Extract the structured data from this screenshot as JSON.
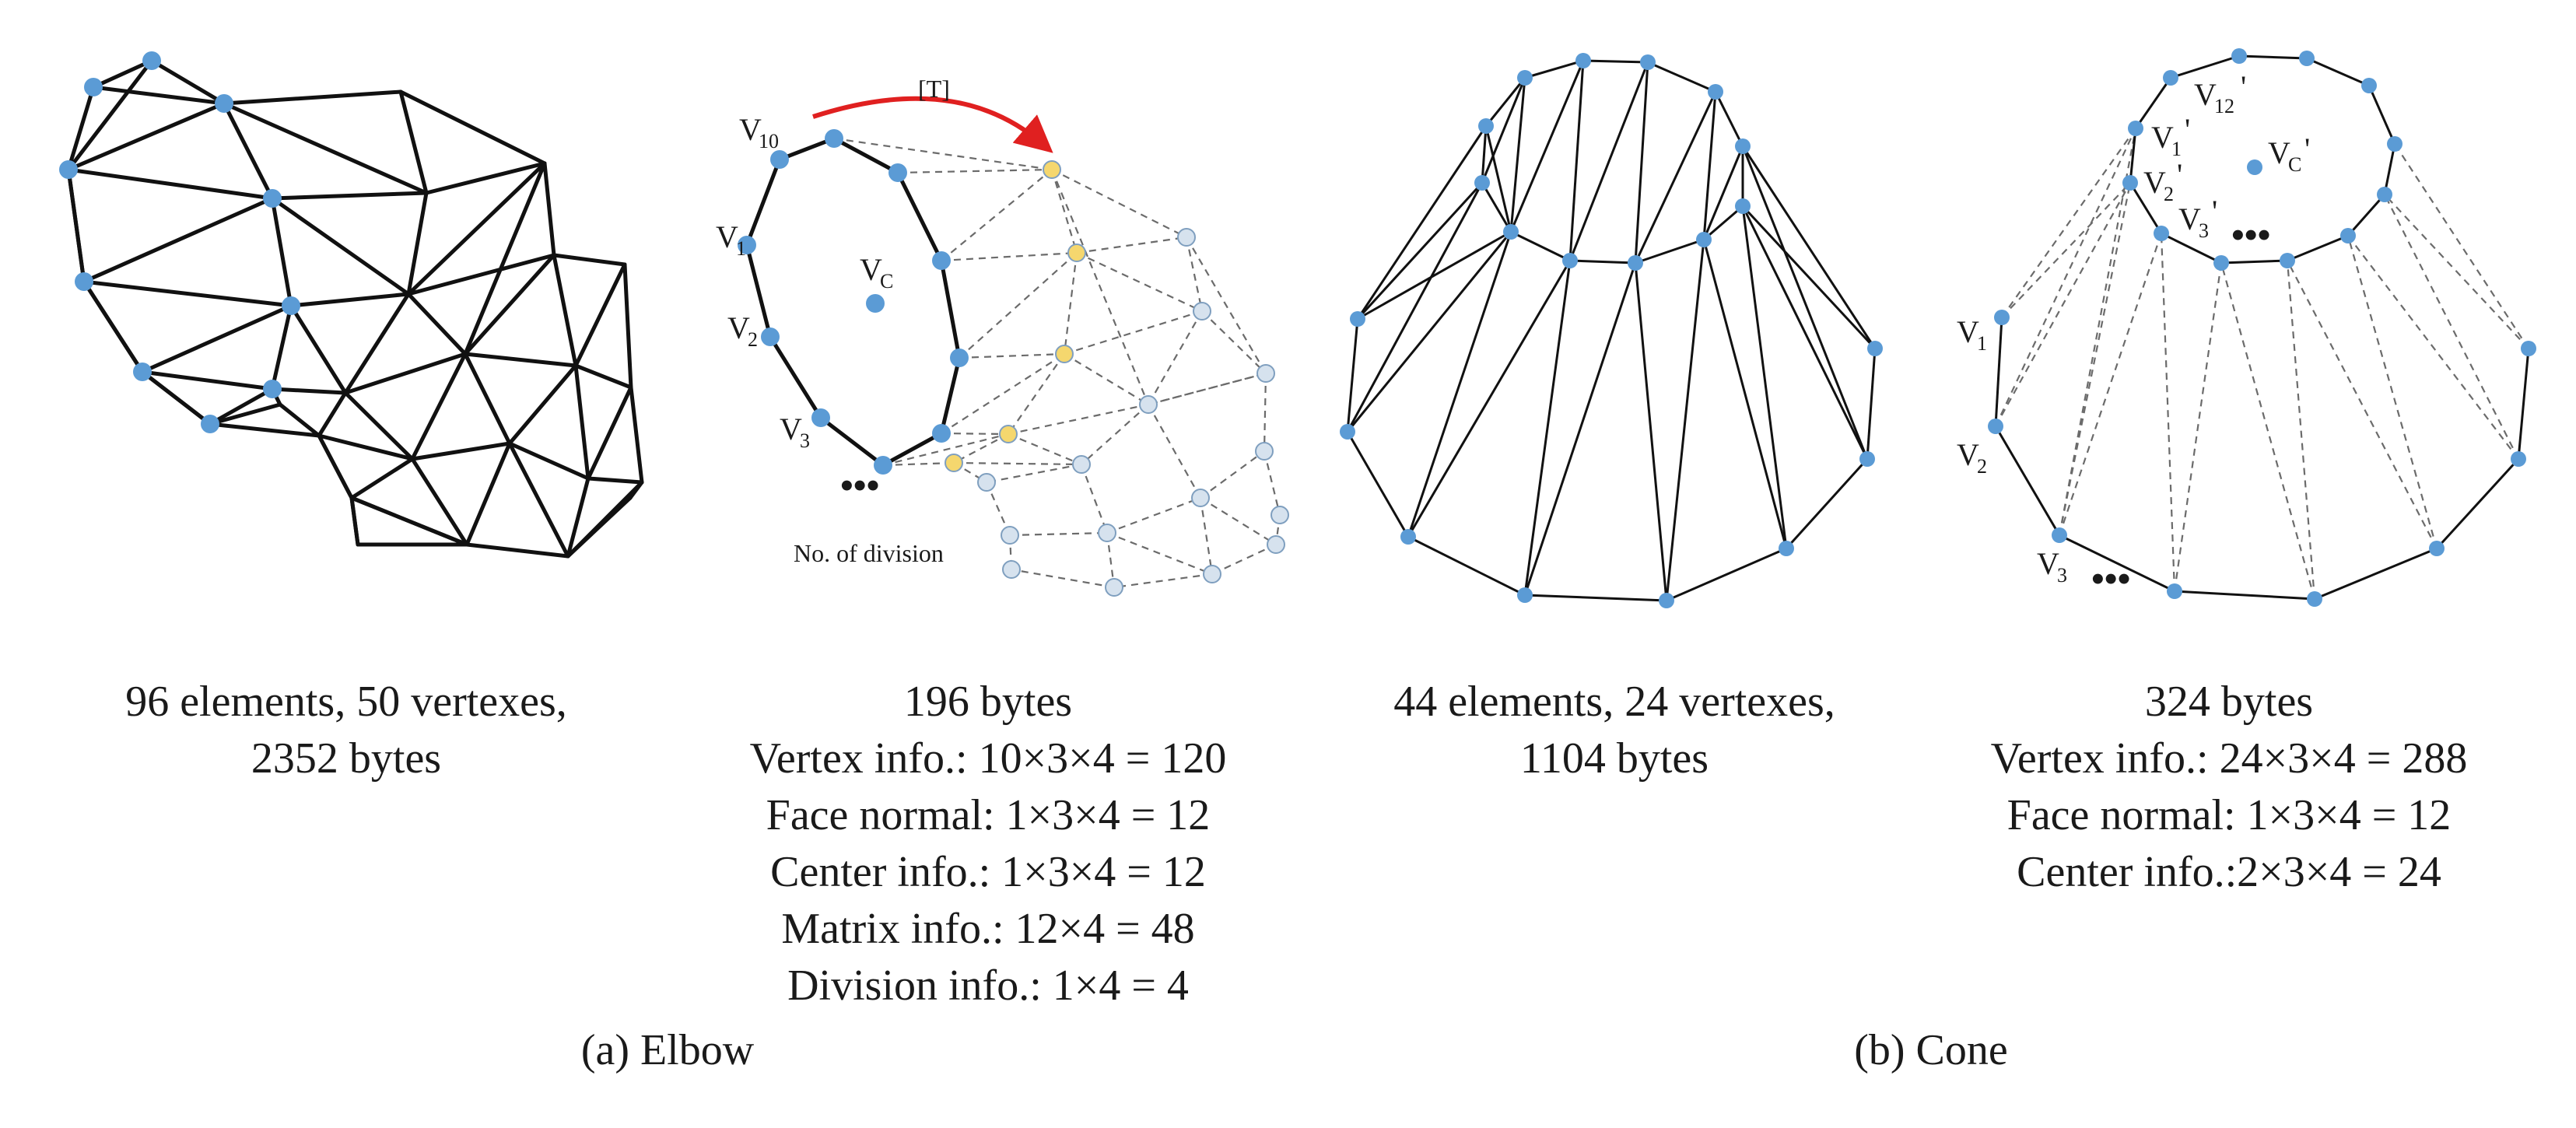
{
  "colors": {
    "vertex_blue": "#5b9bd5",
    "vertex_yellow": "#f5d76e",
    "vertex_grey": "#d6e2ee",
    "arrow_red": "#e02020",
    "edge_black": "#111111",
    "edge_dashed": "#6b6b6b"
  },
  "panels": {
    "elbow_mesh": {
      "caption_lines": [
        "96 elements, 50 vertexes,",
        "2352 bytes"
      ]
    },
    "elbow_compact": {
      "transform_label": "[T]",
      "division_label": "No. of division",
      "vertex_labels": [
        {
          "main": "V",
          "sub": "10"
        },
        {
          "main": "V",
          "sub": "1"
        },
        {
          "main": "V",
          "sub": "2"
        },
        {
          "main": "V",
          "sub": "3"
        },
        {
          "main": "V",
          "sub": "C"
        }
      ],
      "ellipsis": "•••",
      "caption_lines": [
        "196 bytes",
        "Vertex info.: 10×3×4 = 120",
        "Face normal: 1×3×4 = 12",
        "Center info.: 1×3×4 = 12",
        "Matrix info.: 12×4 = 48",
        "Division info.: 1×4 = 4"
      ]
    },
    "cone_mesh": {
      "caption_lines": [
        "44 elements, 24 vertexes,",
        "1104 bytes"
      ]
    },
    "cone_compact": {
      "vertex_labels": [
        {
          "main": "V",
          "sub": "12",
          "prime": "'"
        },
        {
          "main": "V",
          "sub": "1",
          "prime": "'"
        },
        {
          "main": "V",
          "sub": "C",
          "prime": "'"
        },
        {
          "main": "V",
          "sub": "2",
          "prime": "'"
        },
        {
          "main": "V",
          "sub": "3",
          "prime": "'"
        },
        {
          "main": "V",
          "sub": "1",
          "prime": ""
        },
        {
          "main": "V",
          "sub": "2",
          "prime": ""
        },
        {
          "main": "V",
          "sub": "3",
          "prime": ""
        }
      ],
      "ellipsis": "•••",
      "caption_lines": [
        "324 bytes",
        "Vertex info.: 24×3×4 = 288",
        "Face normal: 1×3×4 = 12",
        "Center info.:2×3×4 = 24"
      ]
    }
  },
  "group_captions": {
    "a": "(a) Elbow",
    "b": "(b) Cone"
  }
}
